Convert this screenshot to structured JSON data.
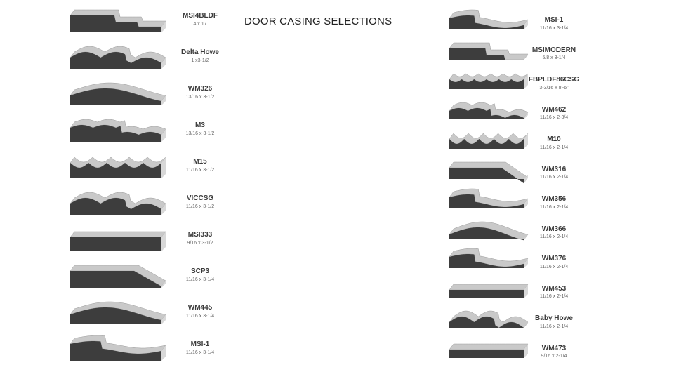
{
  "page": {
    "title": "DOOR CASING SELECTIONS"
  },
  "profiles_left": [
    {
      "name": "MSI4BLDF",
      "size": "4 x 17",
      "shape": "stepped"
    },
    {
      "name": "Delta Howe",
      "size": "1 x3-1/2",
      "shape": "bumps"
    },
    {
      "name": "WM326",
      "size": "13/16 x 3-1/2",
      "shape": "wave"
    },
    {
      "name": "M3",
      "size": "13/16 x 3-1/2",
      "shape": "ridges"
    },
    {
      "name": "M15",
      "size": "11/16 x 3-1/2",
      "shape": "scallop"
    },
    {
      "name": "VICCSG",
      "size": "11/16 x 3-1/2",
      "shape": "bumps"
    },
    {
      "name": "MSI333",
      "size": "9/16 x 3-1/2",
      "shape": "flat"
    },
    {
      "name": "SCP3",
      "size": "11/16 x 3-1/4",
      "shape": "bevel"
    },
    {
      "name": "WM445",
      "size": "11/16 x 3-1/4",
      "shape": "wave"
    },
    {
      "name": "MSI-1",
      "size": "11/16 x 3-1/4",
      "shape": "ogee"
    }
  ],
  "profiles_right": [
    {
      "name": "MSI-1",
      "size": "11/16 x 3-1/4",
      "shape": "ogee"
    },
    {
      "name": "MSIMODERN",
      "size": "5/8 x 3-1/4",
      "shape": "stepped"
    },
    {
      "name": "FBPLDF86CSG",
      "size": "3-3/16 x 8'-6\"",
      "shape": "reeded"
    },
    {
      "name": "WM462",
      "size": "11/16 x 2-3/4",
      "shape": "ridges"
    },
    {
      "name": "M10",
      "size": "11/16 x 2-1/4",
      "shape": "scallop"
    },
    {
      "name": "WM316",
      "size": "11/16 x 2-1/4",
      "shape": "bevel"
    },
    {
      "name": "WM356",
      "size": "11/16 x 2-1/4",
      "shape": "ogee"
    },
    {
      "name": "WM366",
      "size": "11/16 x 2-1/4",
      "shape": "wave"
    },
    {
      "name": "WM376",
      "size": "11/16 x 2-1/4",
      "shape": "ogee"
    },
    {
      "name": "WM453",
      "size": "11/16 x 2-1/4",
      "shape": "flat"
    },
    {
      "name": "Baby Howe",
      "size": "11/16 x 2-1/4",
      "shape": "bumps"
    },
    {
      "name": "WM473",
      "size": "9/16 x 2-1/4",
      "shape": "flat"
    }
  ]
}
